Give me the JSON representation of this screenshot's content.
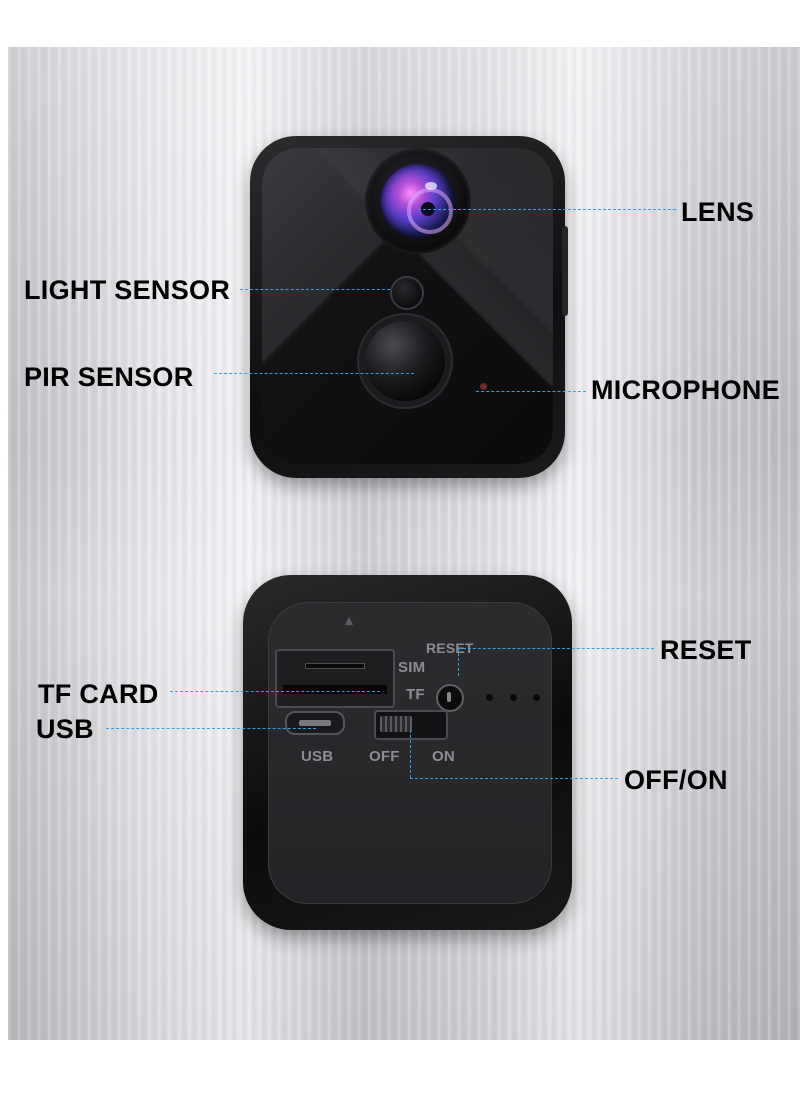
{
  "front_labels": {
    "lens": "LENS",
    "light_sensor": "LIGHT SENSOR",
    "pir_sensor": "PIR SENSOR",
    "microphone": "MICROPHONE"
  },
  "back_labels": {
    "reset": "RESET",
    "tf_card": "TF CARD",
    "usb": "USB",
    "off_on": "OFF/ON"
  },
  "device_markings": {
    "reset": "RESET",
    "sim": "SIM",
    "tf": "TF",
    "usb": "USB",
    "off": "OFF",
    "on": "ON"
  },
  "colors": {
    "leader_line": "#2aa3e6",
    "device_body": "#0e0e10",
    "lens_purple": "#b04dd8"
  }
}
